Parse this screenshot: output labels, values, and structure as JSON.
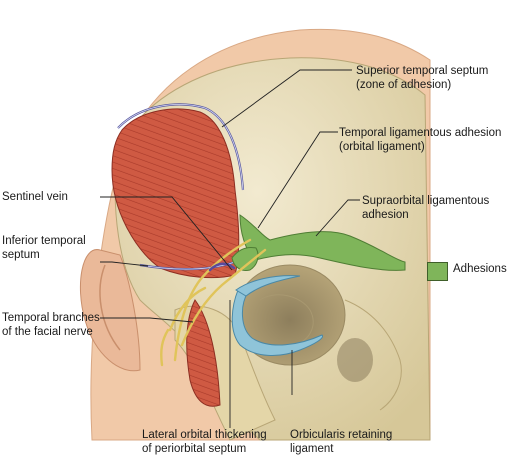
{
  "labels": {
    "superior_temporal_septum": "Superior temporal septum\n(zone of adhesion)",
    "temporal_ligamentous_adhesion": "Temporal ligamentous adhesion\n(orbital ligament)",
    "sentinel_vein": "Sentinel vein",
    "supraorbital_ligamentous_adhesion": "Supraorbital ligamentous\nadhesion",
    "inferior_temporal_septum": "Inferior temporal\nseptum",
    "temporal_branches_facial_nerve": "Temporal branches\nof the facial nerve",
    "lateral_orbital_thickening": "Lateral orbital thickening\nof periorbital septum",
    "orbicularis_retaining_ligament": "Orbicularis retaining\nligament"
  },
  "legend": {
    "label": "Adhesions",
    "color": "#7fb55a"
  },
  "colors": {
    "adhesion": "#7fb55a",
    "septum": "#8fc4d9",
    "muscle": "#c9553f",
    "nerve": "#e0c45a",
    "vein": "#5a4a9c",
    "bone": "#e9dfb9",
    "skin": "#f1c9a8"
  }
}
